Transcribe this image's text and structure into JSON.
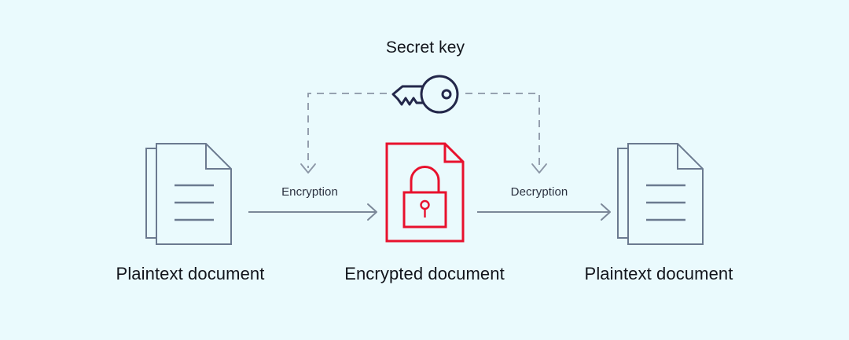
{
  "diagram": {
    "title": "Secret key",
    "background_color": "#eafafd",
    "stroke_color": "#6b7a90",
    "key_color": "#23274a",
    "encrypted_color": "#e8112d",
    "text_color": "#12151c",
    "dashed_color": "#8a95a5"
  },
  "key_node": {
    "label": "Secret key",
    "icon": "key-icon"
  },
  "nodes": [
    {
      "id": "plaintext-left",
      "caption": "Plaintext document",
      "icon": "document-icon",
      "color": "#6b7a90"
    },
    {
      "id": "encrypted",
      "caption": "Encrypted document",
      "icon": "locked-document-icon",
      "color": "#e8112d"
    },
    {
      "id": "plaintext-right",
      "caption": "Plaintext document",
      "icon": "document-icon",
      "color": "#6b7a90"
    }
  ],
  "transitions": [
    {
      "id": "encryption",
      "label": "Encryption",
      "icon": "arrow-right-icon"
    },
    {
      "id": "decryption",
      "label": "Decryption",
      "icon": "arrow-right-icon"
    }
  ],
  "key_links": [
    {
      "id": "key-to-encryption",
      "icon": "dashed-arrow-down-icon"
    },
    {
      "id": "key-to-decryption",
      "icon": "dashed-arrow-down-icon"
    }
  ]
}
